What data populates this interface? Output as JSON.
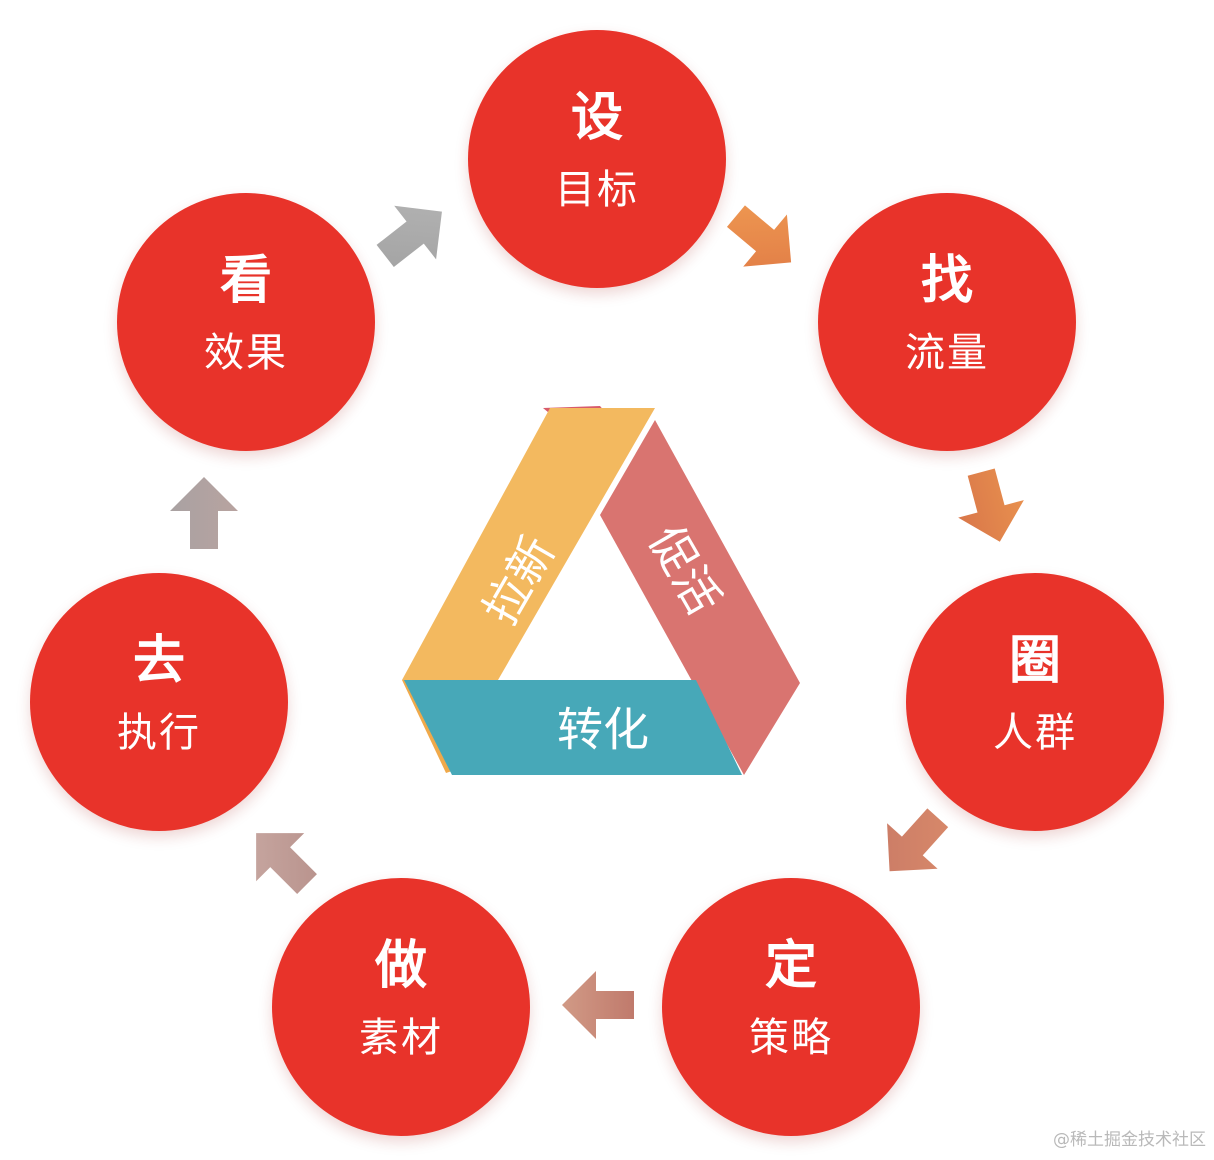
{
  "nodes": [
    {
      "id": "set-goal",
      "main": "设",
      "sub": "目标"
    },
    {
      "id": "find-traffic",
      "main": "找",
      "sub": "流量"
    },
    {
      "id": "circle-audience",
      "main": "圈",
      "sub": "人群"
    },
    {
      "id": "set-strategy",
      "main": "定",
      "sub": "策略"
    },
    {
      "id": "make-material",
      "main": "做",
      "sub": "素材"
    },
    {
      "id": "execute",
      "main": "去",
      "sub": "执行"
    },
    {
      "id": "view-results",
      "main": "看",
      "sub": "效果"
    }
  ],
  "center": {
    "left_band": "拉新",
    "right_band": "促活",
    "bottom_band": "转化"
  },
  "colors": {
    "circle": "#e8332a",
    "band_left": "#f3b95f",
    "band_right": "#d97470",
    "band_bottom": "#47a8b8",
    "arrow_orange": "#e8864a",
    "arrow_rose": "#c98878",
    "arrow_gray": "#a7a7a7"
  },
  "watermark": "@稀土掘金技术社区"
}
